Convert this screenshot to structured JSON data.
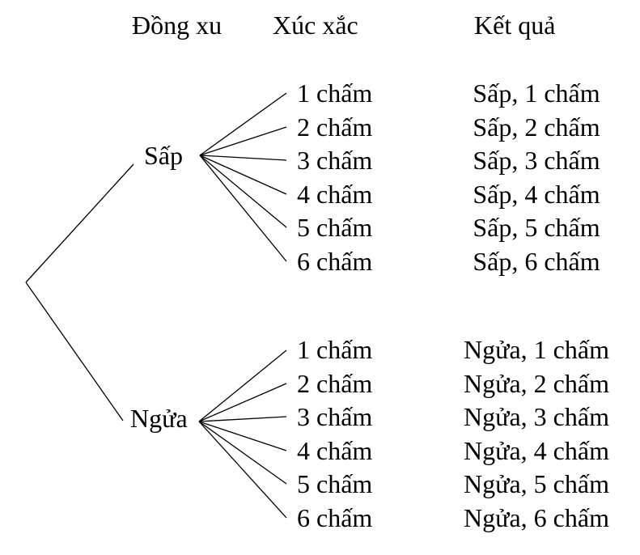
{
  "headers": {
    "coin": "Đồng xu",
    "dice": "Xúc xắc",
    "result": "Kết quả"
  },
  "branches": [
    {
      "coin": "Sấp",
      "dice": [
        "1 chấm",
        "2 chấm",
        "3 chấm",
        "4 chấm",
        "5 chấm",
        "6 chấm"
      ],
      "outcomes": [
        "Sấp, 1 chấm",
        "Sấp, 2 chấm",
        "Sấp, 3 chấm",
        "Sấp, 4 chấm",
        "Sấp, 5 chấm",
        "Sấp, 6 chấm"
      ]
    },
    {
      "coin": "Ngửa",
      "dice": [
        "1 chấm",
        "2 chấm",
        "3 chấm",
        "4 chấm",
        "5 chấm",
        "6 chấm"
      ],
      "outcomes": [
        "Ngửa, 1 chấm",
        "Ngửa, 2 chấm",
        "Ngửa, 3 chấm",
        "Ngửa, 4 chấm",
        "Ngửa, 5 chấm",
        "Ngửa, 6 chấm"
      ]
    }
  ],
  "colors": {
    "background": "#ffffff",
    "text": "#000000",
    "line": "#000000"
  }
}
